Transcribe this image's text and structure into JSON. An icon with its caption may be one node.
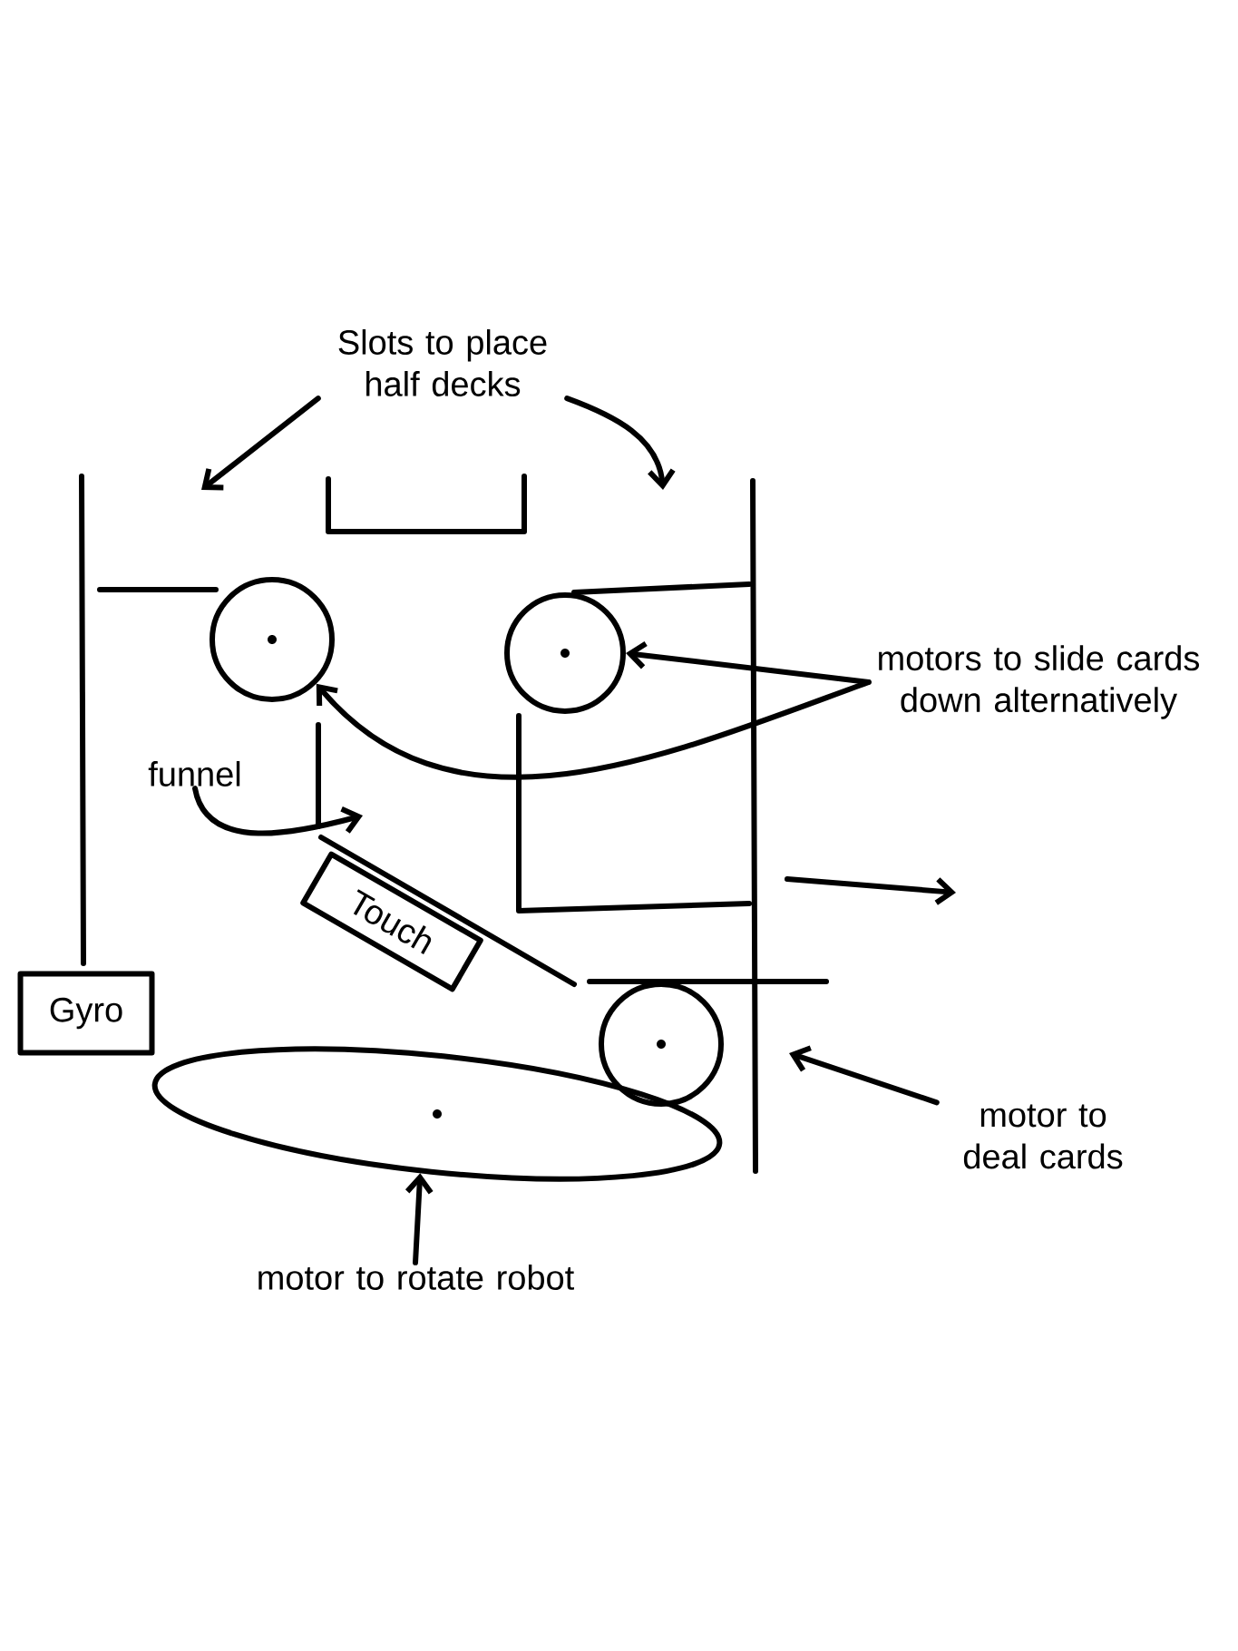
{
  "diagram": {
    "nodes": [
      {
        "text": [
          "Slots to place half decks"
        ]
      },
      {
        "text": [],
        "shape": "circle"
      },
      {
        "text": [],
        "shape": "circle"
      },
      {
        "text": [
          "motors to slide cards down alternatively"
        ]
      },
      {
        "text": [
          "funnel"
        ]
      },
      {
        "text": [
          "Touch"
        ]
      },
      {
        "text": [
          "Gyro"
        ]
      },
      {
        "text": [],
        "shape": "circle"
      },
      {
        "text": [
          "motor to deal cards"
        ]
      },
      {
        "text": [],
        "shape": "ellipse"
      },
      {
        "text": [
          "motor to rotate robot"
        ]
      }
    ],
    "edges": [
      {
        "from": 0,
        "to": null,
        "arrow": "to"
      },
      {
        "from": 0,
        "to": null,
        "arrow": "to"
      },
      {
        "from": 3,
        "to": 2,
        "arrow": "to"
      },
      {
        "from": 3,
        "to": 1,
        "arrow": "to"
      },
      {
        "from": 4,
        "to": null,
        "arrow": "to"
      },
      {
        "from": 8,
        "to": null,
        "arrow": "to"
      },
      {
        "from": 10,
        "to": 9,
        "arrow": "to"
      }
    ]
  }
}
